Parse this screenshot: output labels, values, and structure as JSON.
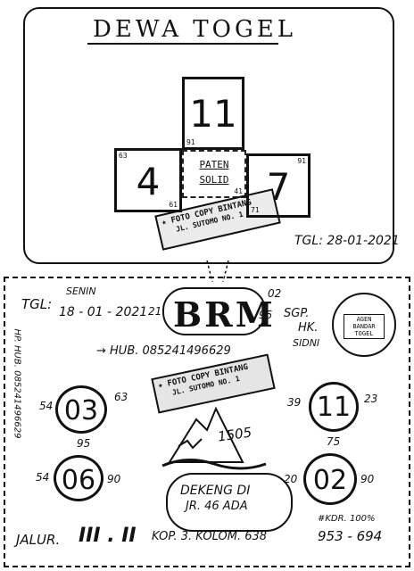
{
  "top": {
    "title": "DEWA TOGEL",
    "box_top": {
      "number": "11",
      "corner": "91"
    },
    "box_left": {
      "number": "4",
      "corner_top": "63",
      "corner_bottom": "61"
    },
    "box_right": {
      "number": "7",
      "corner_top": "91",
      "corner_bottom": "71"
    },
    "center": {
      "line1": "PATEN",
      "line2": "SOLID",
      "corner": "41"
    },
    "stamp": {
      "line1": "FOTO COPY BINTANG",
      "line2": "JL. SUTOMO NO. 1"
    },
    "date": "TGL: 28-01-2021"
  },
  "bottom": {
    "tgl_label": "TGL:",
    "day": "SENIN",
    "date": "18 - 01 - 2021",
    "brand": "BRM",
    "brand_left": "21",
    "brand_right_top": "02",
    "brand_right_bottom": "95",
    "markets": [
      "SGP.",
      "HK.",
      "SIDNI"
    ],
    "round_stamp": "AGEN BANDAR TOGEL",
    "hp_vertical": "HP. HUB. 085241496629",
    "hub": "→ HUB. 085241496629",
    "stamp": {
      "line1": "FOTO COPY BINTANG",
      "line2": "JL. SUTOMO NO. 1"
    },
    "circles": [
      {
        "number": "03",
        "left": "54",
        "right": "63"
      },
      {
        "number": "11",
        "left": "39",
        "right": "23"
      },
      {
        "number": "06",
        "left": "54",
        "right": "90"
      },
      {
        "number": "02",
        "left": "20",
        "right": "90"
      }
    ],
    "mid_left": "95",
    "mid_right": "75",
    "scribble": "1505",
    "note_line1": "DEKENG DI",
    "note_line2": "JR. 46 ADA",
    "jalur_label": "JALUR.",
    "jalur_value": "III . II",
    "kop": "KOP. 3. KOLOM. 638",
    "kdr": "#KDR. 100%",
    "kdr_value": "953 - 694"
  }
}
